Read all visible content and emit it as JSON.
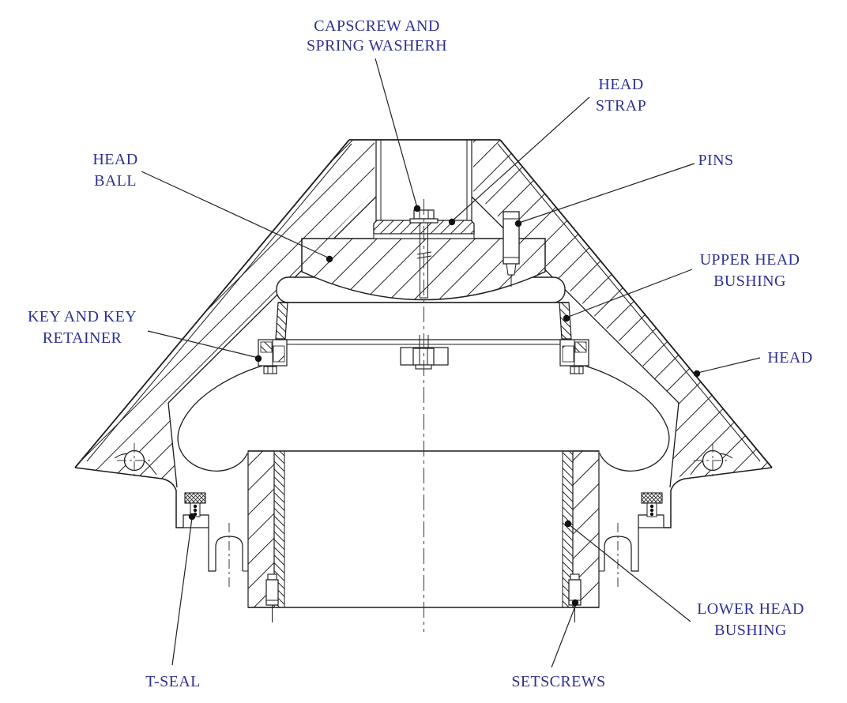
{
  "diagram": {
    "type": "engineering-cross-section",
    "subject": "Head assembly sectional drawing",
    "colors": {
      "label_text": "#2d3192",
      "line": "#1c1c1c",
      "background": "#ffffff"
    },
    "labels": {
      "capscrew": {
        "line1": "CAPSCREW AND",
        "line2": "SPRING WASHERH"
      },
      "head_strap": {
        "line1": "HEAD",
        "line2": "STRAP"
      },
      "pins": {
        "line1": "PINS"
      },
      "head_ball": {
        "line1": "HEAD",
        "line2": "BALL"
      },
      "key_retainer": {
        "line1": "KEY AND KEY",
        "line2": "RETAINER"
      },
      "upper_head_bushing": {
        "line1": "UPPER HEAD",
        "line2": "BUSHING"
      },
      "head": {
        "line1": "HEAD"
      },
      "lower_head_bushing": {
        "line1": "LOWER HEAD",
        "line2": "BUSHING"
      },
      "t_seal": {
        "line1": "T-SEAL"
      },
      "setscrews": {
        "line1": "SETSCREWS"
      }
    }
  }
}
